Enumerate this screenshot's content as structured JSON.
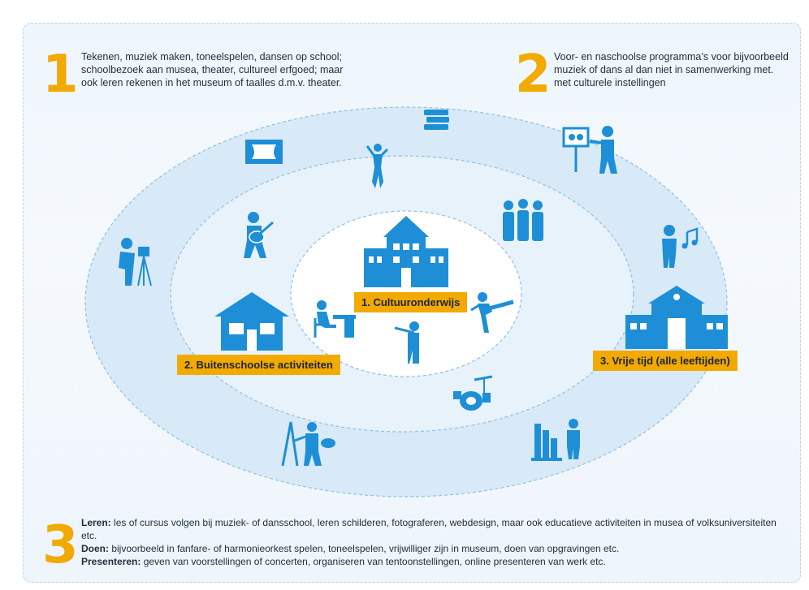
{
  "point1": {
    "number": "1",
    "text": "Tekenen, muziek maken, toneelspelen, dansen op school; schoolbezoek aan musea, theater, cultureel erfgoed; maar ook leren rekenen in het museum of taalles d.m.v. theater."
  },
  "point2": {
    "number": "2",
    "text": "Voor- en naschoolse programma’s voor bijvoorbeeld muziek of dans al dan niet in samenwerking met. met culturele instellingen"
  },
  "point3": {
    "number": "3",
    "leren_label": "Leren:",
    "leren_text": " les of cursus volgen bij muziek- of dansschool, leren schilderen, fotograferen,  webdesign, maar ook educatieve activiteiten in musea of volksuniversiteiten etc.",
    "doen_label": "Doen:",
    "doen_text": " bijvoorbeeld in fanfare- of harmonieorkest spelen,  toneelspelen, vrijwilliger zijn in museum, doen van opgravingen etc.",
    "presenteren_label": "Presenteren:",
    "presenteren_text": " geven van voorstellingen of concerten, organiseren van tentoonstellingen, online presenteren van werk etc."
  },
  "labels": {
    "inner": "1. Cultuuronderwijs",
    "middle": "2. Buitenschoolse activiteiten",
    "outer": "3. Vrije tijd (alle leeftijden)"
  },
  "colors": {
    "accent": "#f2a900",
    "icon": "#1e8fd6",
    "ring_outer": "#dbeaf7",
    "ring_middle": "#e9f3fb",
    "ring_inner": "#ffffff"
  },
  "icons": [
    "theater-stage-icon",
    "books-icon",
    "dancer-icon",
    "teacher-presentation-icon",
    "guitarist-icon",
    "choir-icon",
    "photographer-icon",
    "singer-icon",
    "school-building-icon",
    "student-desk-icon",
    "ballet-dancer-icon",
    "flute-player-icon",
    "house-icon",
    "community-building-icon",
    "drum-kit-icon",
    "painter-icon",
    "archaeology-icon"
  ]
}
